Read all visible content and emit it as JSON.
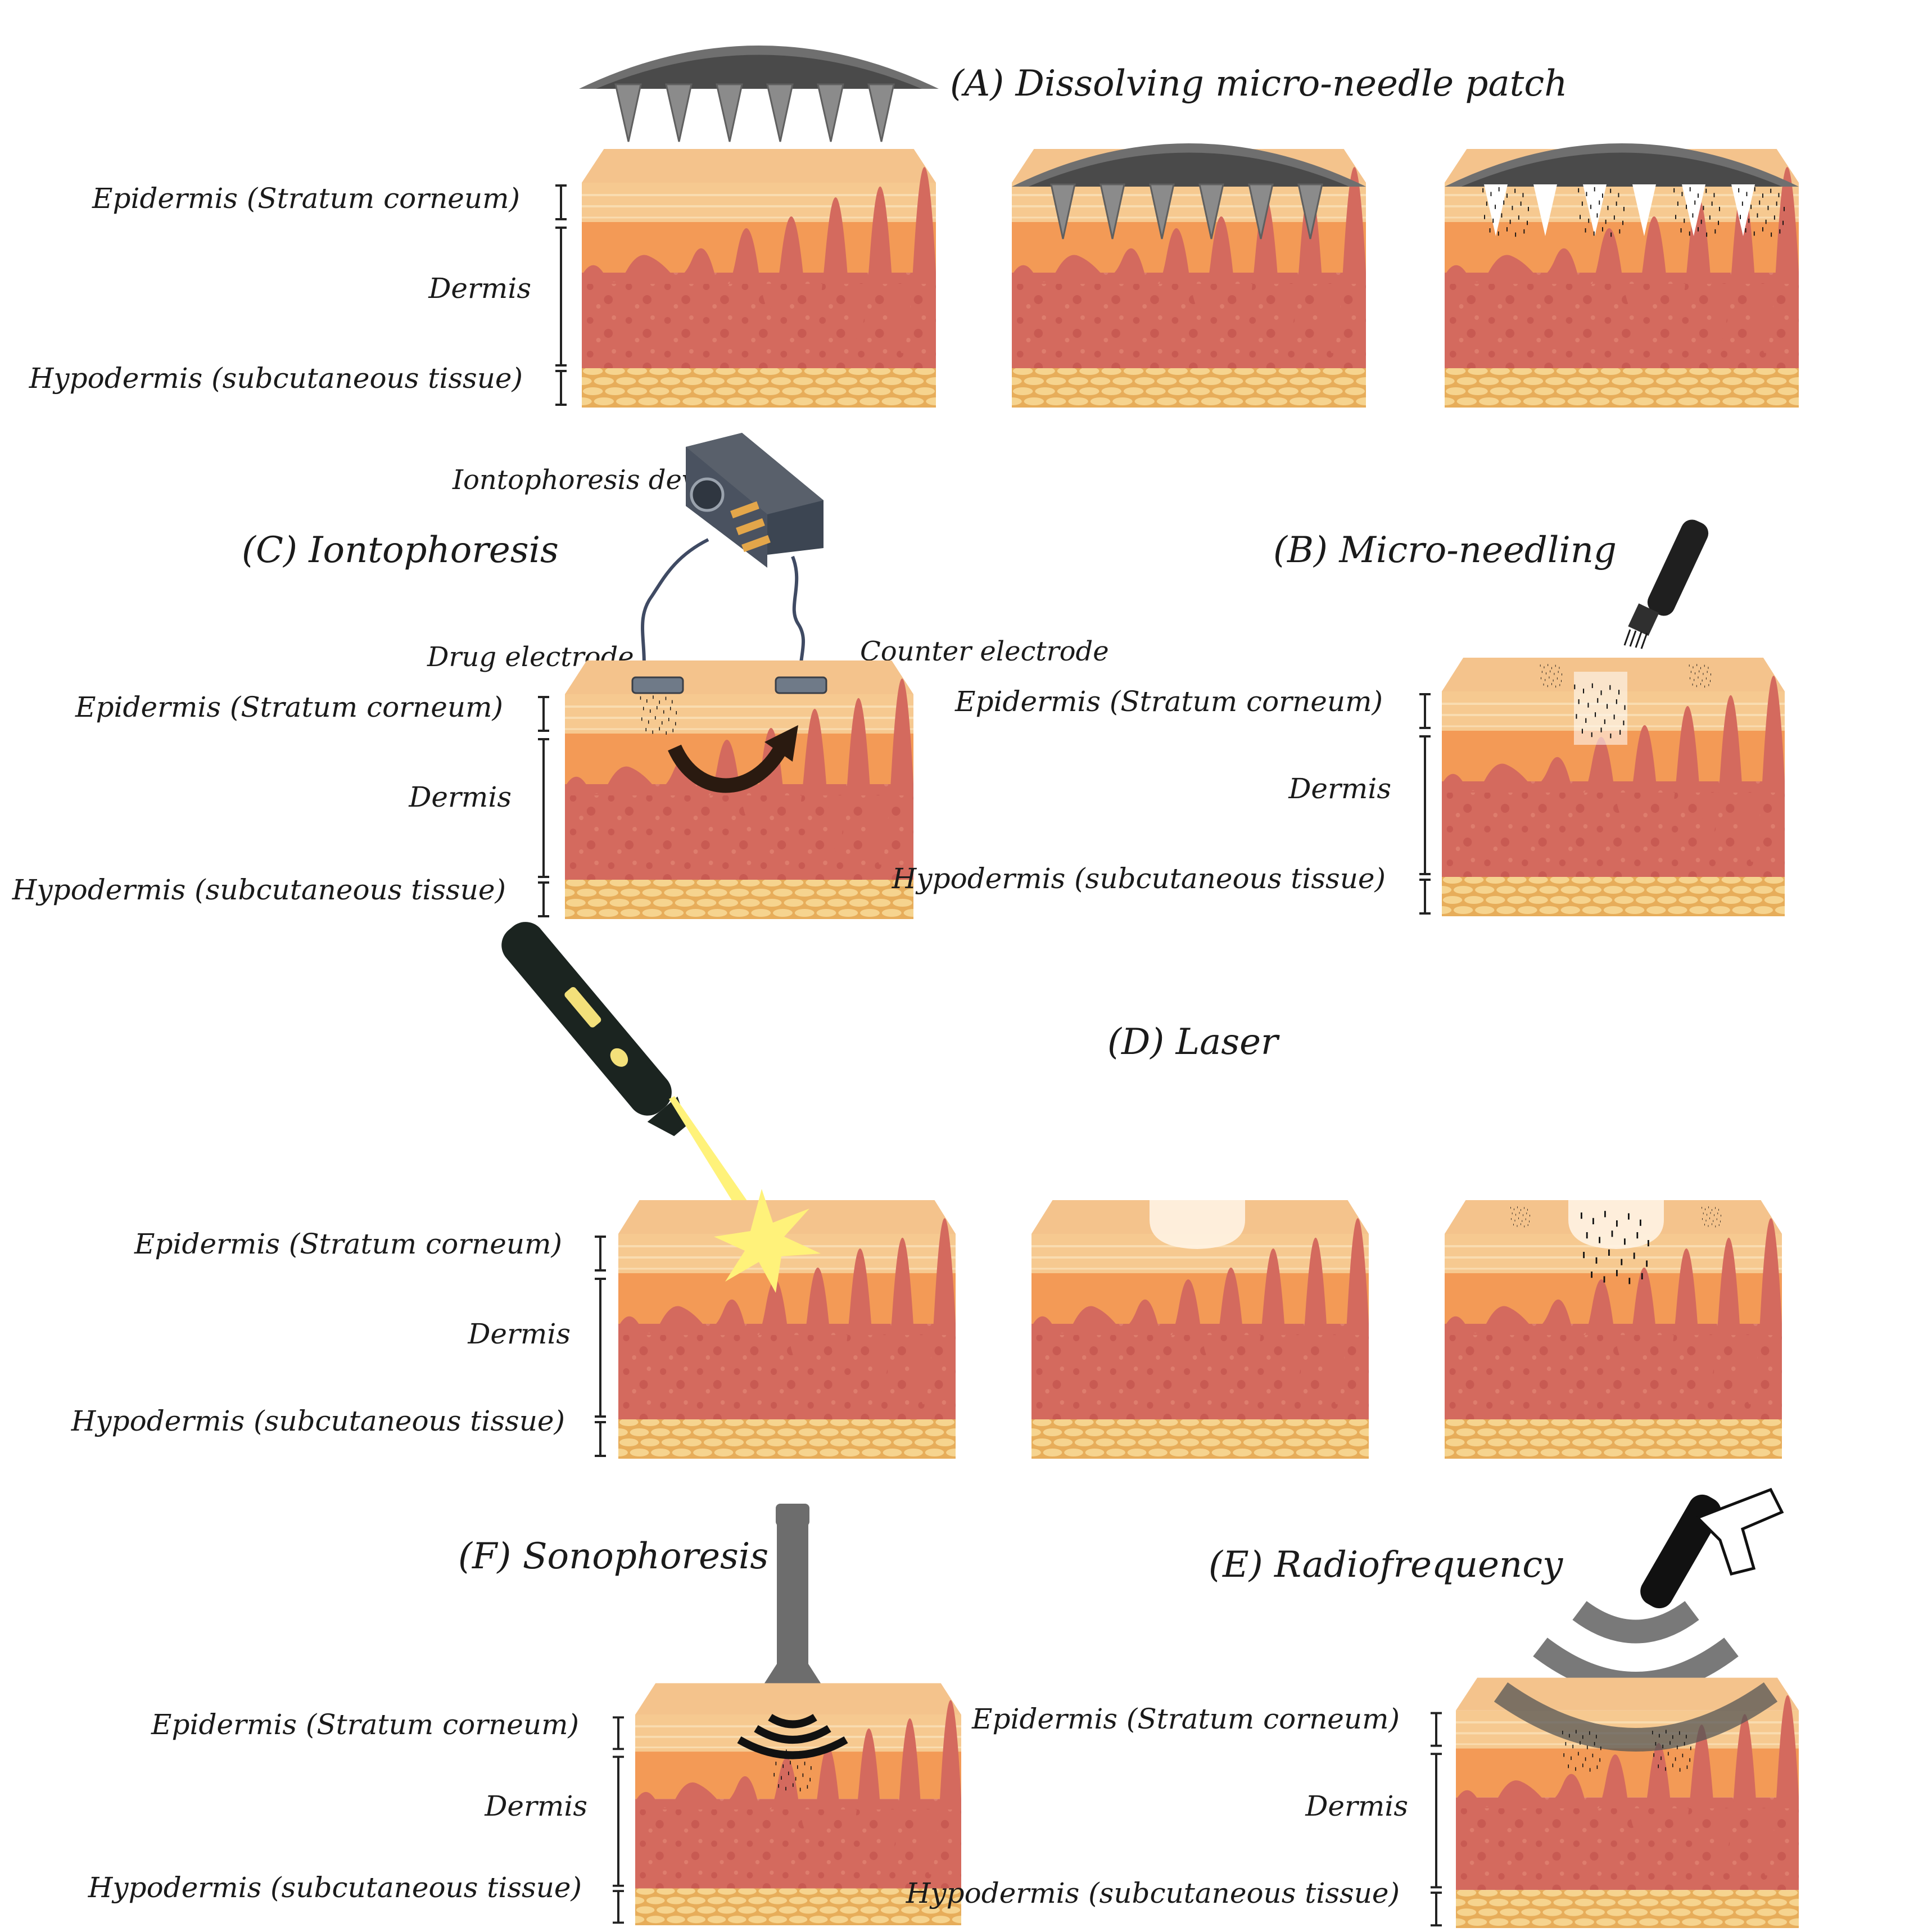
{
  "panels": {
    "A": {
      "title": "(A) Dissolving micro-needle patch"
    },
    "B": {
      "title": "(B) Micro-needling"
    },
    "C": {
      "title": "(C) Iontophoresis",
      "device_label": "Iontophoresis device",
      "drug_electrode": "Drug electrode",
      "counter_electrode": "Counter electrode"
    },
    "D": {
      "title": "(D) Laser"
    },
    "E": {
      "title": "(E) Radiofrequency"
    },
    "F": {
      "title": "(F) Sonophoresis"
    }
  },
  "layers": {
    "epidermis": "Epidermis (Stratum corneum)",
    "dermis": "Dermis",
    "hypodermis": "Hypodermis (subcutaneous tissue)"
  },
  "colors": {
    "epidermis": "#f5c48a",
    "dermis_top": "#f29a55",
    "dermis_deep": "#d2695f",
    "hypodermis": "#f0c070",
    "device_dark": "#2b2b2b",
    "patch_gray": "#7a7a7a",
    "laser_yellow": "#fff27a"
  },
  "icons": [
    "microneedle-patch-icon",
    "dermapen-icon",
    "iontophoresis-device-icon",
    "laser-pen-icon",
    "radiofrequency-gun-icon",
    "ultrasound-probe-icon"
  ]
}
